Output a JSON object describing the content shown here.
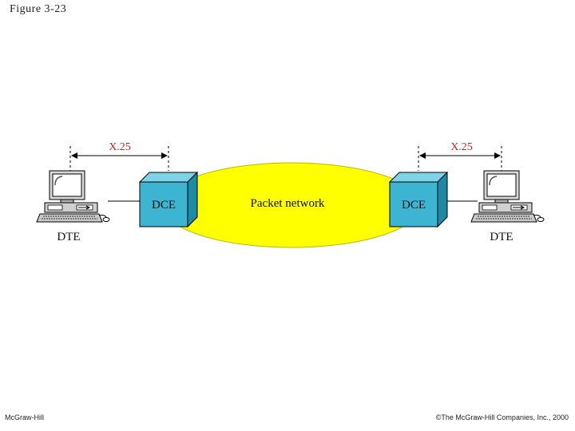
{
  "figure_title": "Figure 3-23",
  "footer": {
    "left": "McGraw-Hill",
    "right": "©The McGraw-Hill Companies, Inc., 2000"
  },
  "diagram": {
    "network_label": "Packet network",
    "left_dce_label": "DCE",
    "right_dce_label": "DCE",
    "left_dte_label": "DTE",
    "right_dte_label": "DTE",
    "left_interface_label": "X.25",
    "right_interface_label": "X.25"
  },
  "colors": {
    "network_fill": "#ffff00",
    "dce_front": "#3cb4d2",
    "dce_side": "#1e8aa6",
    "dce_top": "#7fd3e6",
    "label_red": "#cc2222"
  }
}
